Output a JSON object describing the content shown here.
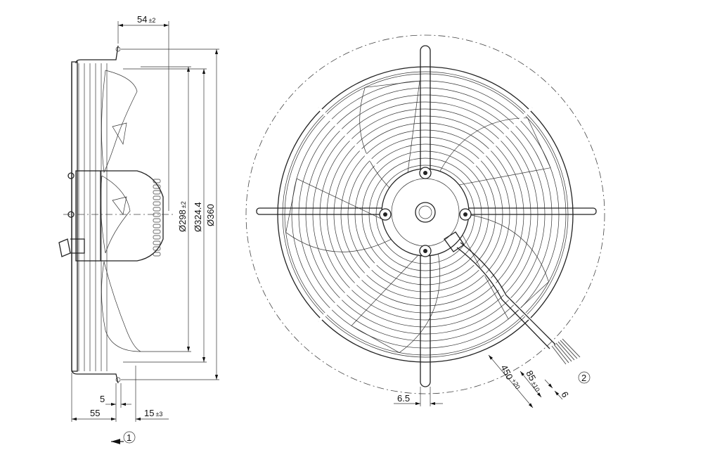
{
  "side_view": {
    "dim_top": {
      "value": "54",
      "tol": "±2"
    },
    "dim_d298": {
      "value": "Ø298",
      "tol": "±2"
    },
    "dim_d324": {
      "value": "Ø324.4"
    },
    "dim_d360": {
      "value": "Ø360"
    },
    "dim_5": {
      "value": "5"
    },
    "dim_55": {
      "value": "55"
    },
    "dim_15": {
      "value": "15",
      "tol": "±3"
    },
    "view_marker": "1"
  },
  "front_view": {
    "dim_6_5": {
      "value": "6.5"
    },
    "dim_450": {
      "value": "450",
      "tol": "+20"
    },
    "dim_85": {
      "value": "85",
      "tol": "±10"
    },
    "dim_6": {
      "value": "6"
    },
    "detail_marker": "2"
  }
}
